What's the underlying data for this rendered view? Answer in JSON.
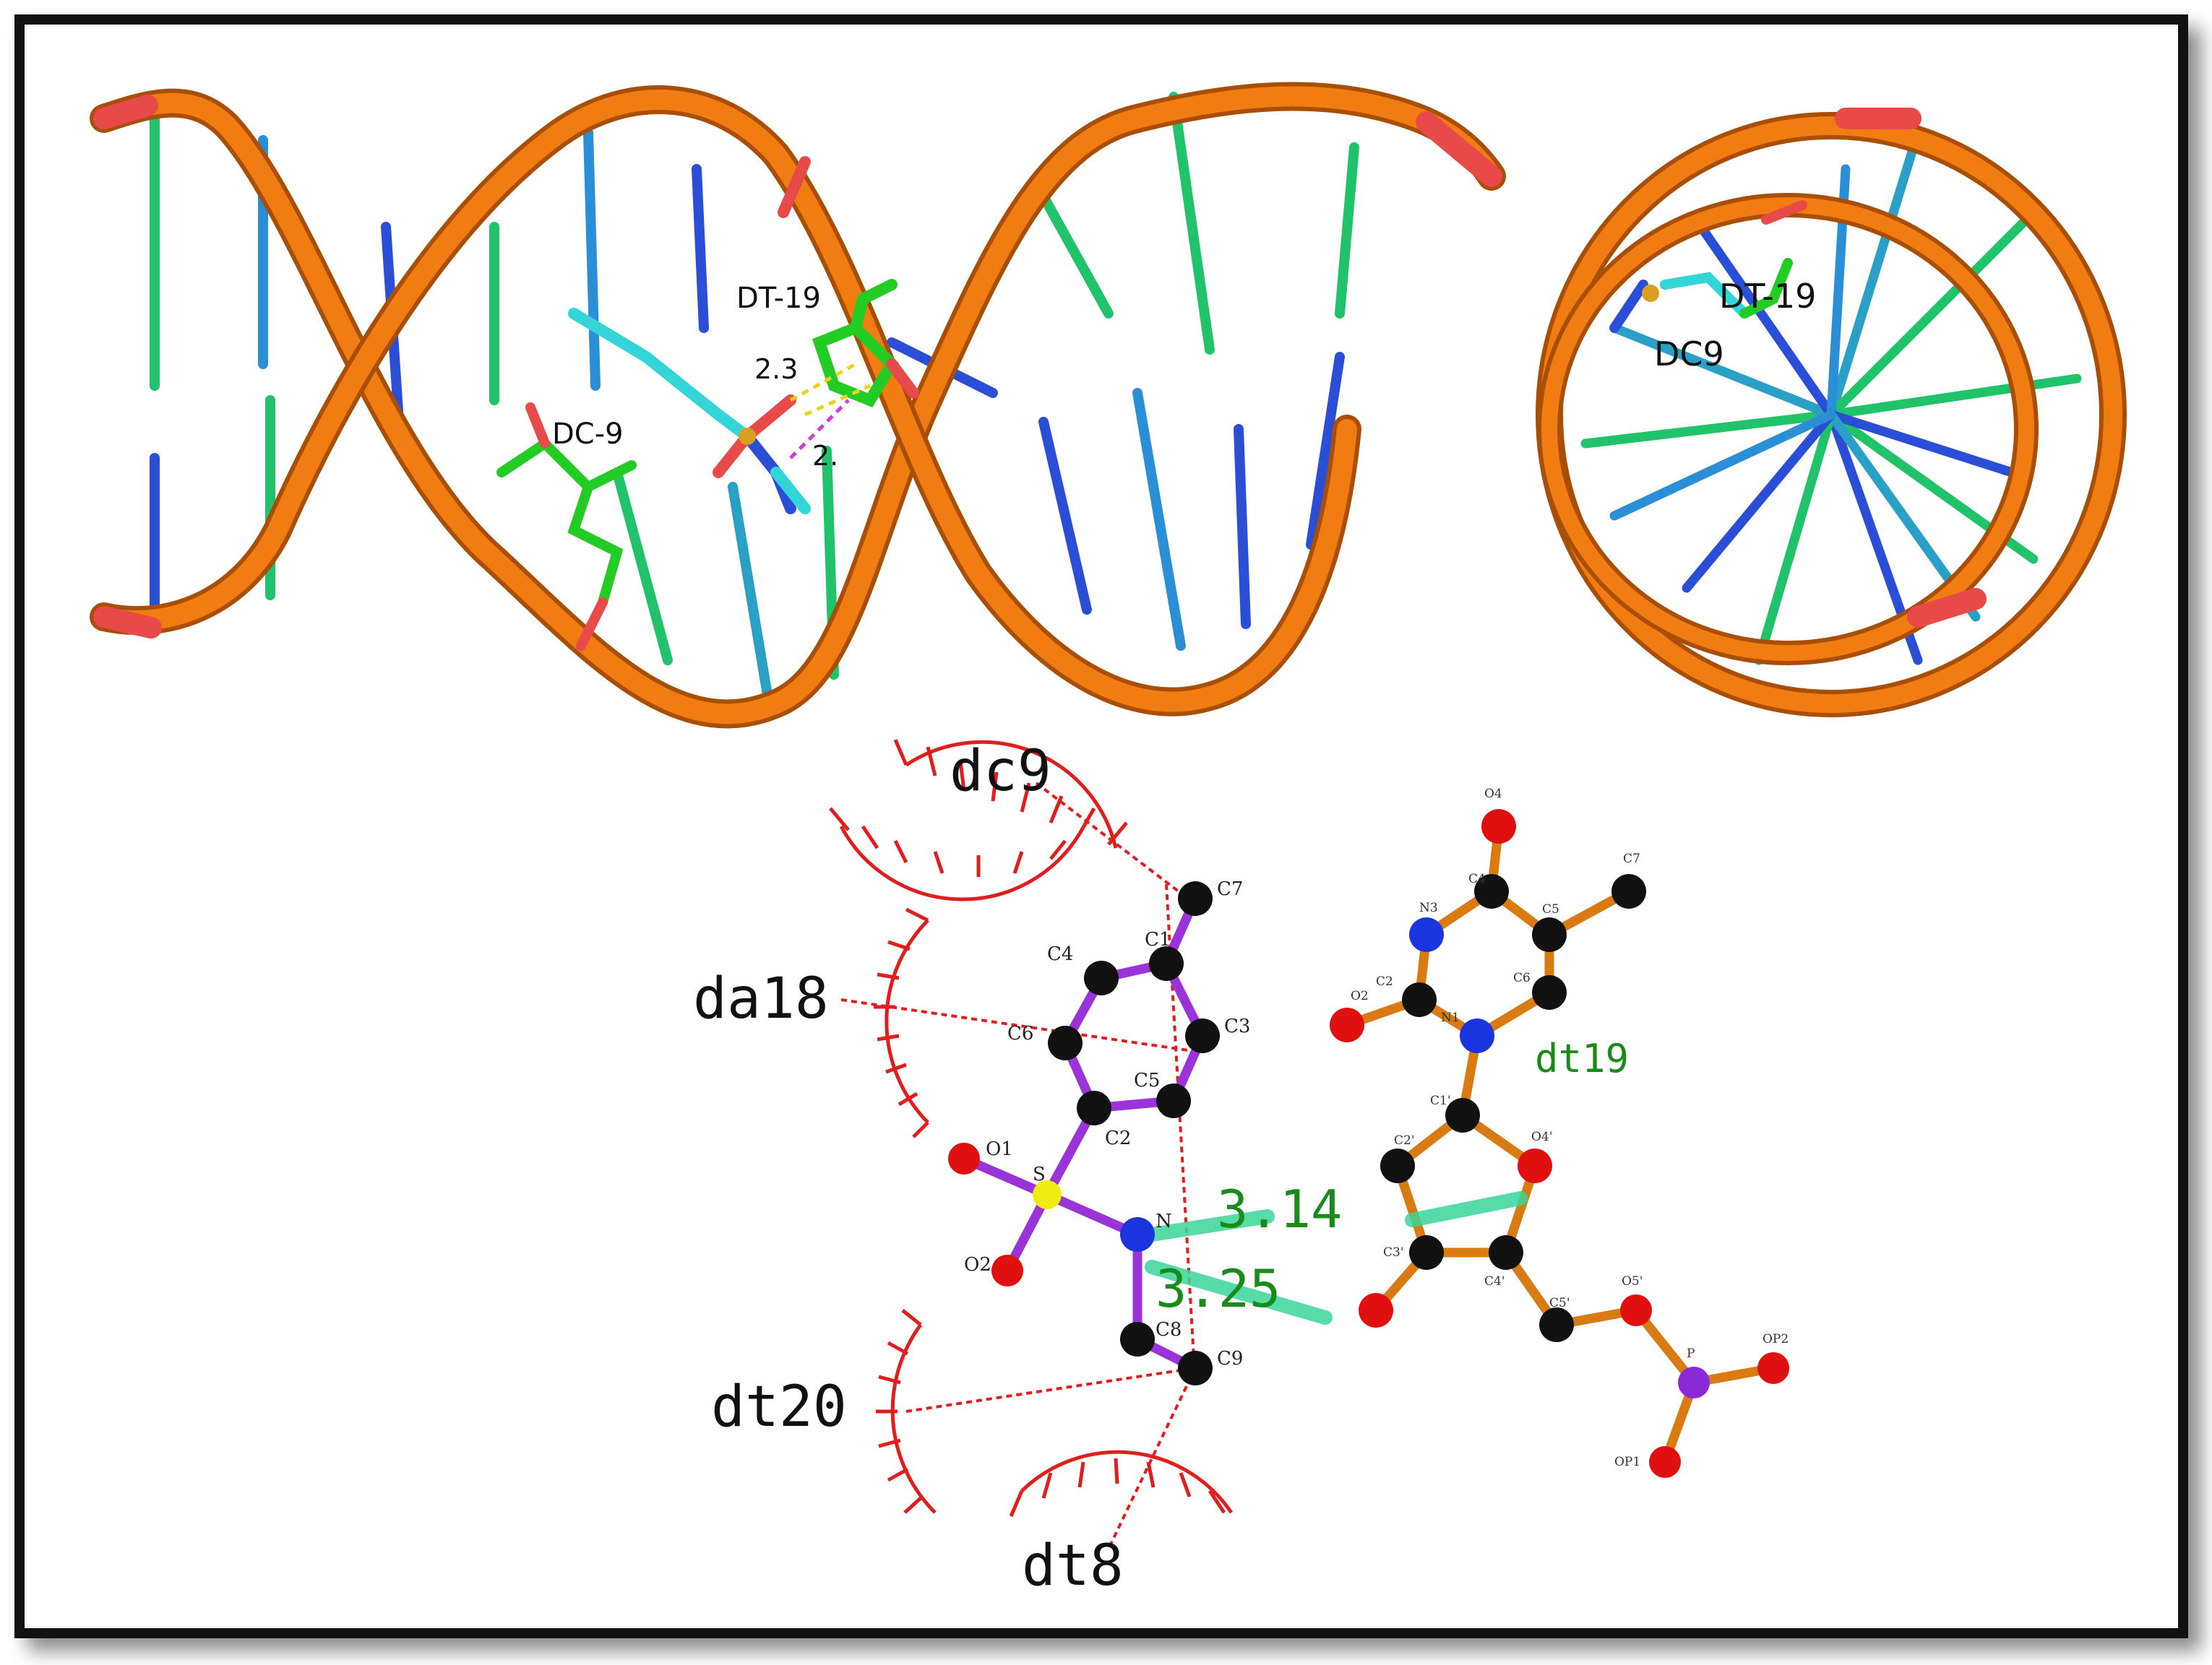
{
  "colors": {
    "backbone": "#f07c12",
    "backbone_dark": "#a84e05",
    "terminal": "#e84a4a",
    "base_blue": "#2a4fd6",
    "base_green": "#21c36a",
    "ligand_cyan": "#33d5d9",
    "residue_green": "#22cc22",
    "ligand_bond": "#9a34d8",
    "residue_bond": "#d97a12",
    "hbond": "#3ad69a",
    "hydrophobic": "#e01e1e",
    "label_green": "#1a8a1a"
  },
  "structure_labels": {
    "dt19": "DT-19",
    "dc9": "DC-9",
    "dist1": "2.3",
    "dist2": "2.",
    "side_dt19": "DT-19",
    "side_dc9": "DC9"
  },
  "residues": {
    "dc9": "dc9",
    "da18": "da18",
    "dt20": "dt20",
    "dt8": "dt8",
    "dt19": "dt19"
  },
  "hbonds": {
    "d1": "3.14",
    "d2": "3.25"
  },
  "ligand_atoms": {
    "c7": "C7",
    "c1": "C1",
    "c4": "C4",
    "c3": "C3",
    "c6": "C6",
    "c5": "C5",
    "c2": "C2",
    "o1": "O1",
    "s": "S",
    "n": "N",
    "o2": "O2",
    "c8": "C8",
    "c9": "C9"
  },
  "residue_atoms": {
    "o4": "O4",
    "c4": "C4",
    "c7": "C7",
    "n3": "N3",
    "c5": "C5",
    "o2": "O2",
    "c2": "C2",
    "n1": "N1",
    "c6": "C6",
    "c1p": "C1'",
    "c2p": "C2'",
    "o4p": "O4'",
    "c3p": "C3'",
    "c4p": "C4'",
    "c5p": "C5'",
    "o5p": "O5'",
    "p": "P",
    "op2": "OP2",
    "op1": "OP1"
  }
}
